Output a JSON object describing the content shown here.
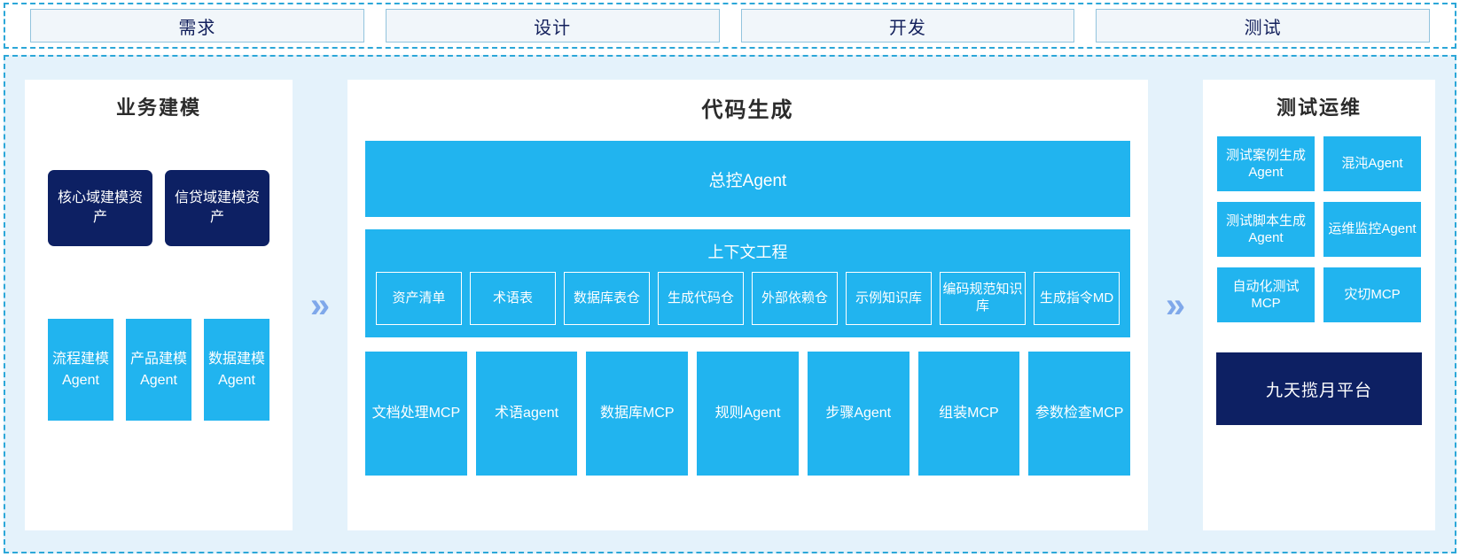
{
  "phases": [
    {
      "label": "需求"
    },
    {
      "label": "设计"
    },
    {
      "label": "开发"
    },
    {
      "label": "测试"
    }
  ],
  "chevrons": {
    "glyph": "»"
  },
  "left_panel": {
    "title": "业务建模",
    "assets": [
      {
        "label": "核心域建模资产"
      },
      {
        "label": "信贷域建模资产"
      }
    ],
    "agents": [
      {
        "label": "流程建模Agent"
      },
      {
        "label": "产品建模Agent"
      },
      {
        "label": "数据建模Agent"
      }
    ]
  },
  "center_panel": {
    "title": "代码生成",
    "master_agent": "总控Agent",
    "context": {
      "title": "上下文工程",
      "items": [
        {
          "label": "资产清单"
        },
        {
          "label": "术语表"
        },
        {
          "label": "数据库表仓"
        },
        {
          "label": "生成代码仓"
        },
        {
          "label": "外部依赖仓"
        },
        {
          "label": "示例知识库"
        },
        {
          "label": "编码规范知识库"
        },
        {
          "label": "生成指令MD"
        }
      ]
    },
    "tools": [
      {
        "label": "文档处理MCP"
      },
      {
        "label": "术语agent"
      },
      {
        "label": "数据库MCP"
      },
      {
        "label": "规则Agent"
      },
      {
        "label": "步骤Agent"
      },
      {
        "label": "组装MCP"
      },
      {
        "label": "参数检查MCP"
      }
    ]
  },
  "right_panel": {
    "title": "测试运维",
    "boxes": [
      {
        "label": "测试案例生成Agent"
      },
      {
        "label": "混沌Agent"
      },
      {
        "label": "测试脚本生成Agent"
      },
      {
        "label": "运维监控Agent"
      },
      {
        "label": "自动化测试MCP"
      },
      {
        "label": "灾切MCP"
      }
    ],
    "platform": "九天揽月平台"
  },
  "colors": {
    "cyan": "#21b4ef",
    "navy": "#0d2063",
    "background": "#e4f2fb",
    "dashed_border": "#2ca7d8",
    "chevron": "#7fa8ea"
  }
}
